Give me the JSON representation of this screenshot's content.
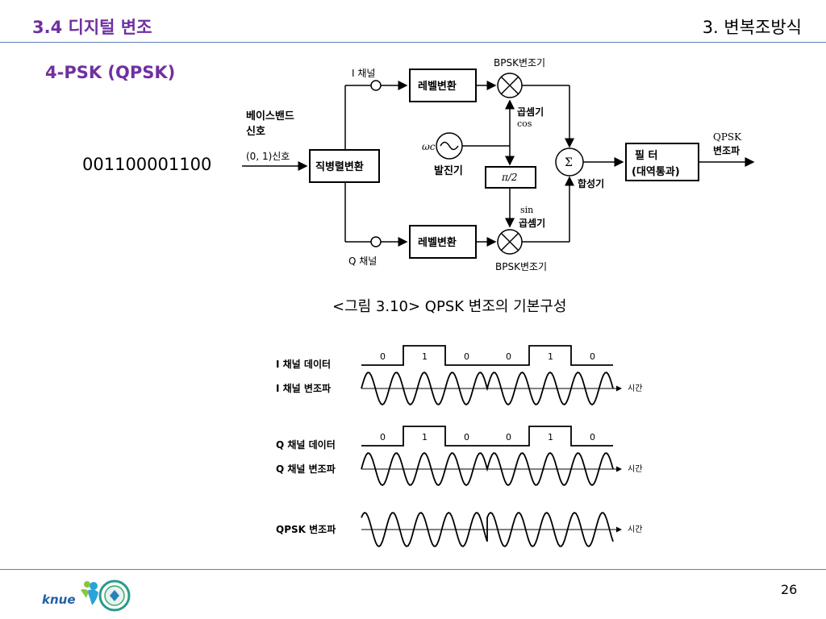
{
  "header": {
    "section": "3.4 디지털 변조",
    "chapter": "3. 변복조방식"
  },
  "subtitle": "4-PSK (QPSK)",
  "bit_sequence": "001100001100",
  "block_diagram": {
    "input_label_1": "베이스밴드",
    "input_label_2": "신호",
    "input_label_3": "(0, 1)신호",
    "serial_parallel": "직병렬변환",
    "i_channel": "I 채널",
    "q_channel": "Q 채널",
    "level_convert_top": "레벨변환",
    "level_convert_bottom": "레벨변환",
    "bpsk_top": "BPSK변조기",
    "bpsk_bottom": "BPSK변조기",
    "multiplier_top": "곱셈기",
    "cos": "cos",
    "sin": "sin",
    "multiplier_bottom": "곱셈기",
    "oscillator_symbol": "ωc",
    "oscillator": "발진기",
    "phase_shift": "π/2",
    "sigma": "Σ",
    "adder": "합성기",
    "filter_1": "필    터",
    "filter_2": "(대역통과)",
    "output_1": "QPSK",
    "output_2": "변조파"
  },
  "figure_caption": "<그림 3.10> QPSK 변조의 기본구성",
  "waveforms": {
    "labels": [
      "I 채널 데이터",
      "I 채널 변조파",
      "Q 채널 데이터",
      "Q 채널 변조파",
      "QPSK 변조파"
    ],
    "time_label": "시간",
    "i_bits": [
      "0",
      "1",
      "0",
      "0",
      "1",
      "0"
    ],
    "q_bits": [
      "0",
      "1",
      "0",
      "0",
      "1",
      "0"
    ]
  },
  "footer": {
    "logo_text": "knue",
    "page": "26"
  },
  "colors": {
    "accent": "#7030a0",
    "rule": "#5b7fb8"
  }
}
